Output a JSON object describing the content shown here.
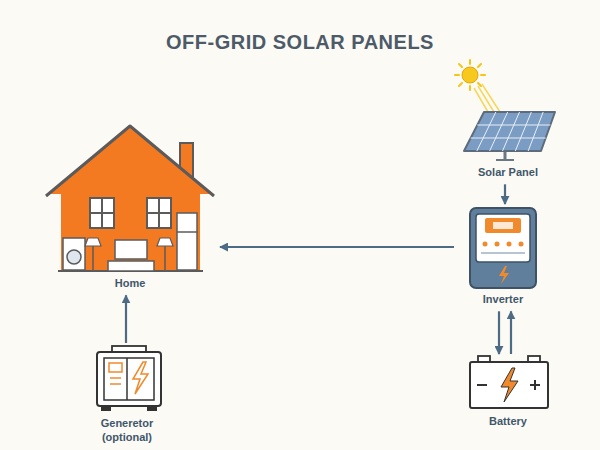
{
  "diagram": {
    "title": "OFF-GRID SOLAR PANELS",
    "nodes": [
      {
        "text": [
          "Home"
        ]
      },
      {
        "text": [
          "Solar Panel"
        ]
      },
      {
        "text": [
          "Inverter"
        ]
      },
      {
        "text": [
          "Battery"
        ]
      },
      {
        "text": [
          "Generetor (optional)"
        ]
      }
    ],
    "edges": [
      {
        "from": 1,
        "to": 2,
        "arrow": "to"
      },
      {
        "from": 2,
        "to": 0,
        "arrow": "to"
      },
      {
        "from": 2,
        "to": 3,
        "arrow": "both"
      },
      {
        "from": 4,
        "to": 0,
        "arrow": "to"
      }
    ]
  }
}
